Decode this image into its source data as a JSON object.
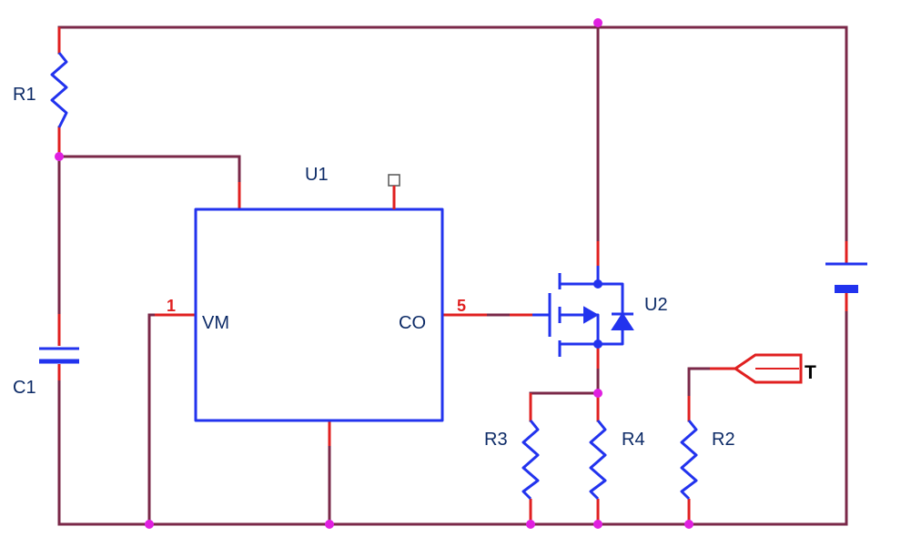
{
  "components": {
    "r1": "R1",
    "r2": "R2",
    "r3": "R3",
    "r4": "R4",
    "c1": "C1",
    "u1": "U1",
    "u2": "U2",
    "t": "T"
  },
  "u1_pins": {
    "vm_label": "VM",
    "vm_number": "1",
    "co_label": "CO",
    "co_number": "5"
  },
  "colors": {
    "wire": "#7a2848",
    "component": "#2233ee",
    "pin_stub": "#e02020",
    "junction": "#e020e0",
    "label": "#0c2a66"
  }
}
